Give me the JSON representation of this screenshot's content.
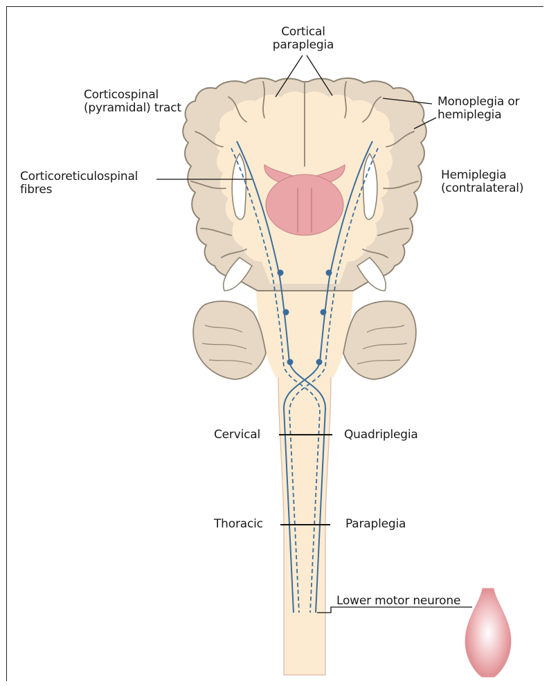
{
  "labels": {
    "cortical_paraplegia": [
      "Cortical",
      "paraplegia"
    ],
    "corticospinal_tract": [
      "Corticospinal",
      "(pyramidal) tract"
    ],
    "monoplegia": [
      "Monoplegia or",
      "hemiplegia"
    ],
    "corticoreticulospinal": [
      "Corticoreticulospinal",
      "fibres"
    ],
    "hemiplegia_contra": [
      "Hemiplegia",
      "(contralateral)"
    ],
    "cervical": "Cervical",
    "quadriplegia": "Quadriplegia",
    "thoracic": "Thoracic",
    "paraplegia": "Paraplegia",
    "lower_motor_neurone": "Lower motor neurone"
  },
  "colors": {
    "brain_fill": "#fdebd1",
    "gyri_fill": "#e6d8c4",
    "gyri_stroke": "#8f8474",
    "nuclei_fill": "#eaa5a8",
    "tract": "#3a6d9c",
    "muscle": "#e9a3a6"
  }
}
